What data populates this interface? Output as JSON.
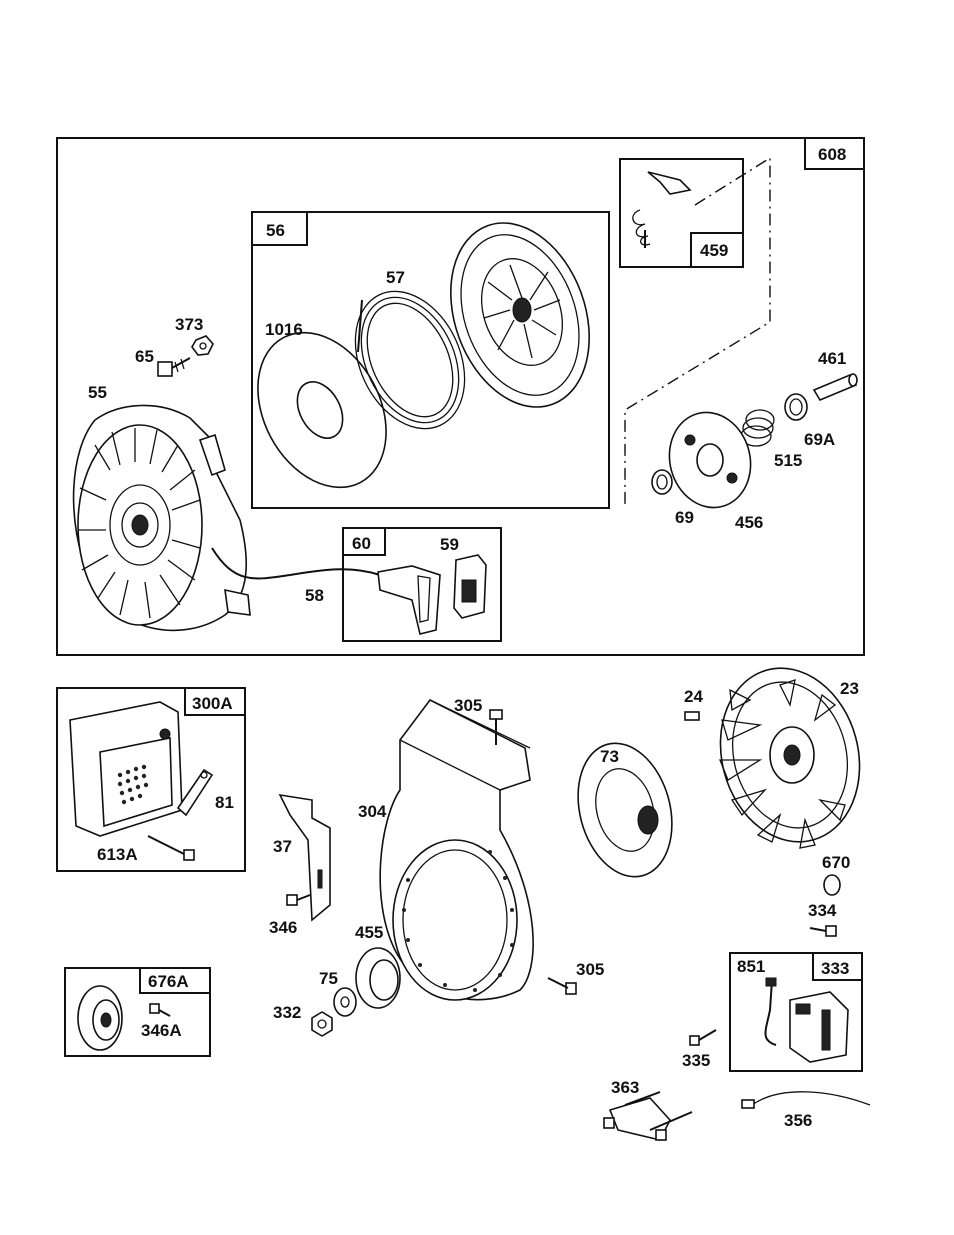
{
  "boxes": {
    "b608": "608",
    "b56": "56",
    "b459": "459",
    "b60": "60",
    "b300A": "300A",
    "b676A": "676A",
    "b333": "333"
  },
  "parts": {
    "p55": "55",
    "p65": "65",
    "p373": "373",
    "p1016": "1016",
    "p57": "57",
    "p461": "461",
    "p69A": "69A",
    "p515": "515",
    "p69": "69",
    "p456": "456",
    "p59": "59",
    "p58": "58",
    "p81": "81",
    "p613A": "613A",
    "p305a": "305",
    "p304": "304",
    "p37": "37",
    "p346": "346",
    "p455": "455",
    "p75": "75",
    "p332": "332",
    "p305b": "305",
    "p73": "73",
    "p24": "24",
    "p23": "23",
    "p670": "670",
    "p334": "334",
    "p851": "851",
    "p335": "335",
    "p363": "363",
    "p356": "356",
    "p346A": "346A"
  }
}
